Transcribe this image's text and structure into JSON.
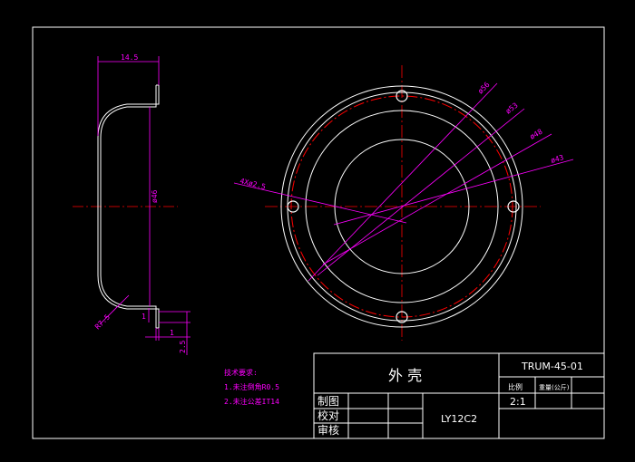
{
  "title_block": {
    "part_name": "外 壳",
    "drawing_number": "TRUM-45-01",
    "scale_label": "比例",
    "scale_value": "2:1",
    "weight_label": "重量(公斤)",
    "material": "LY12C2",
    "rows": [
      "制图",
      "校对",
      "审核"
    ]
  },
  "tech_notes": {
    "heading": "技术要求:",
    "lines": [
      "1.未注倒角R0.5",
      "2.未注公差IT14"
    ]
  },
  "dimensions": {
    "width": "14.5",
    "height": "ø46",
    "radius": "R7.5",
    "d56": "ø56",
    "d53": "ø53",
    "d48": "ø48",
    "d43": "ø43",
    "holes": "4Xø2.5",
    "t1": "1",
    "t2": "1",
    "t3": "2.5"
  },
  "colors": {
    "background": "#000000",
    "outline": "#ffffff",
    "dimension": "#ff00ff",
    "center_line": "#ff0000"
  }
}
